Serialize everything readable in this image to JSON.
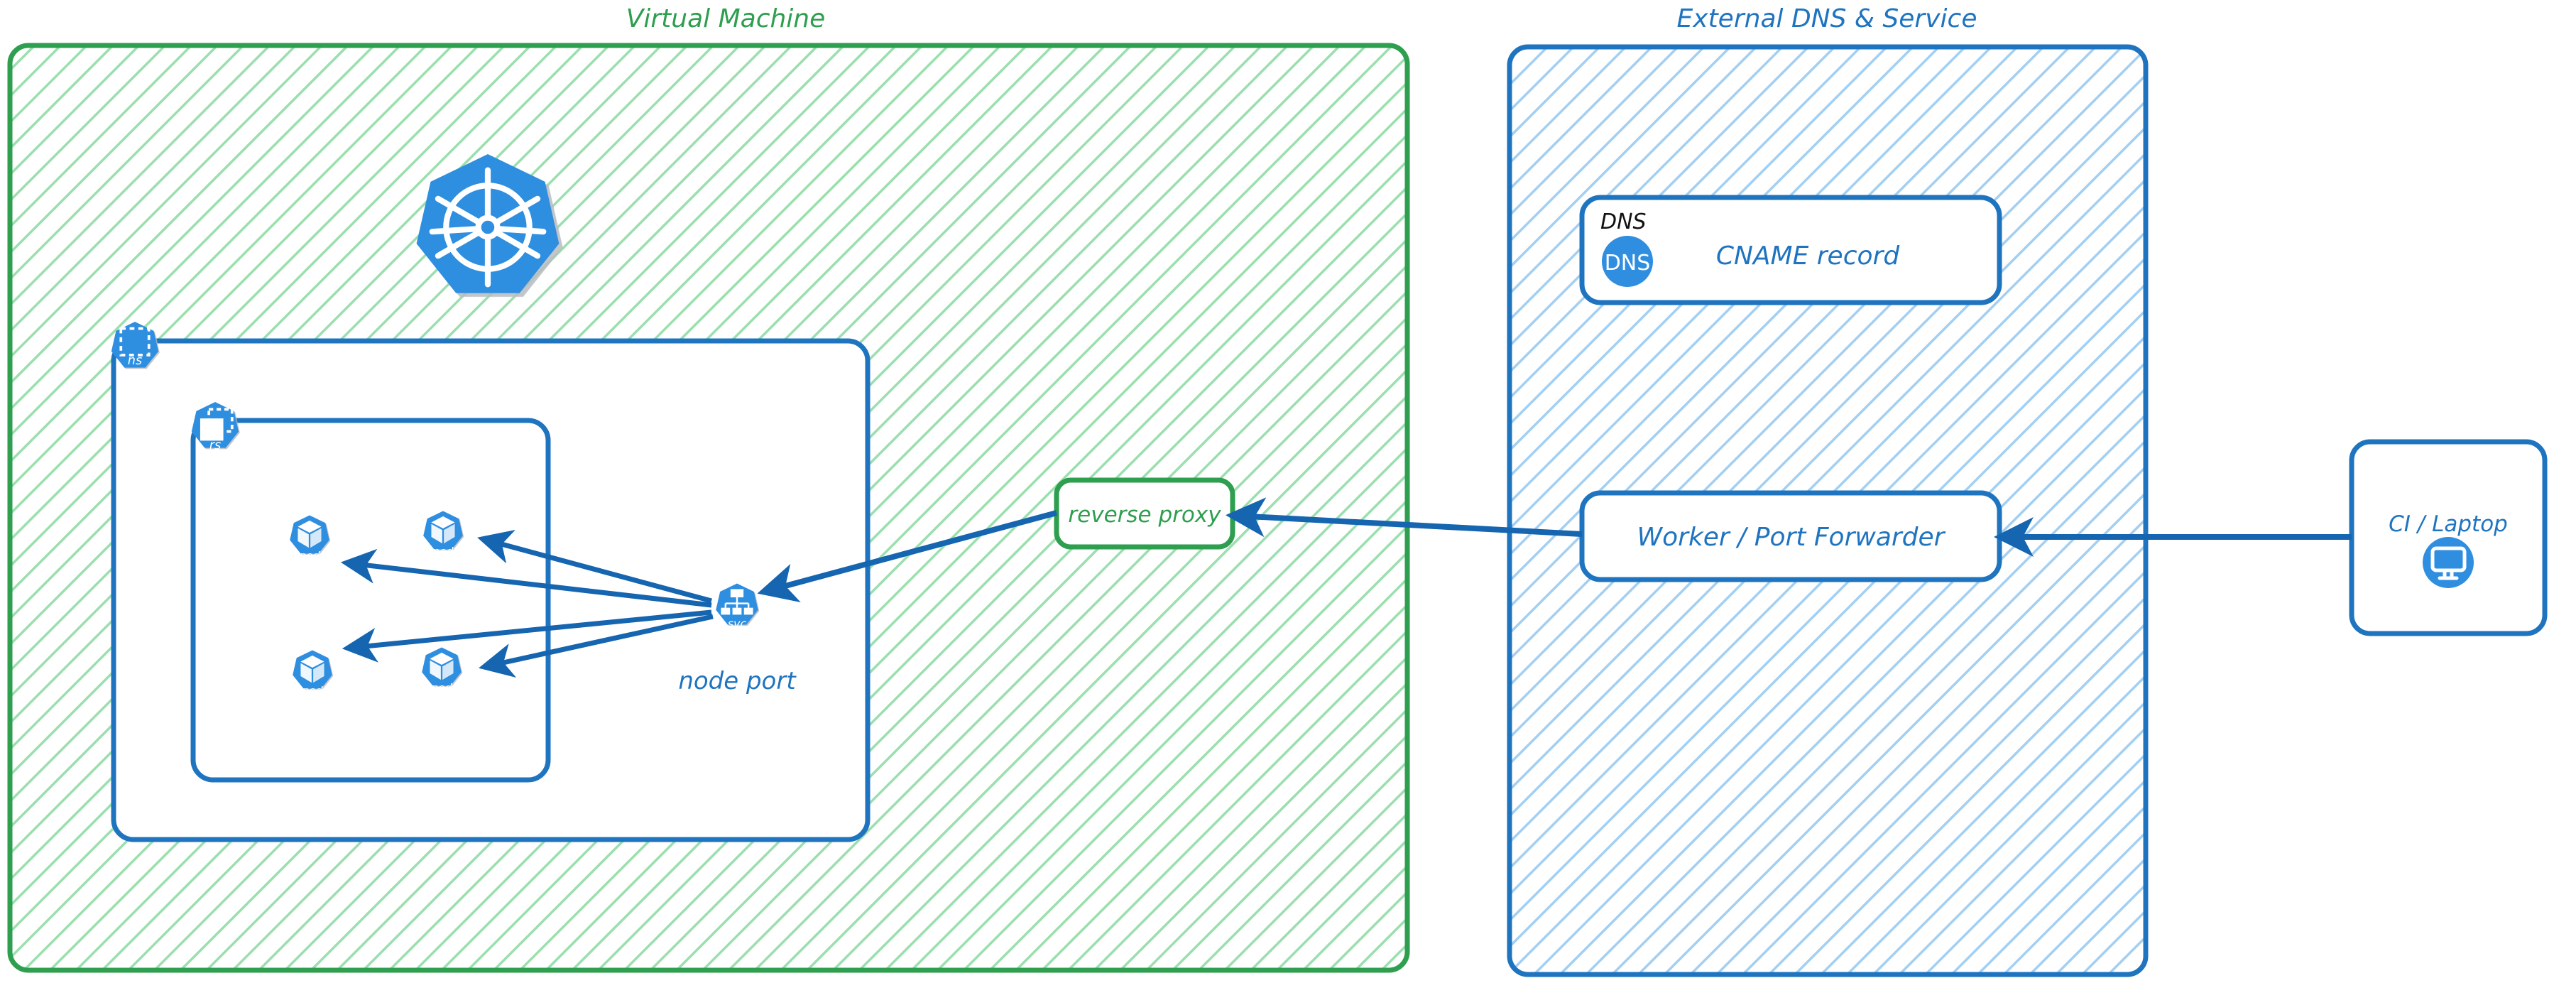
{
  "diagram": {
    "title_left": "Virtual Machine",
    "title_right": "External DNS & Service",
    "colors": {
      "green_stroke": "#2e9e4f",
      "green_fill_hatch": "#9bdfae",
      "blue_stroke": "#1f74c0",
      "blue_fill_hatch": "#8fc4ee",
      "k8s_blue": "#2f8ee0",
      "arrow_blue": "#1565b0",
      "black": "#111111",
      "white": "#ffffff"
    }
  },
  "panels": [
    {
      "name": "virtual-machine",
      "label": "Virtual Machine",
      "accent": "#2e9e4f"
    },
    {
      "name": "external-dns-service",
      "label": "External DNS & Service",
      "accent": "#1f74c0"
    }
  ],
  "vm": {
    "k8s_logo_name": "kubernetes-logo",
    "namespace_box": {
      "badge_label": "ns",
      "badge_icon": "namespace-icon"
    },
    "replicaset_box": {
      "badge_label": "rs",
      "badge_icon": "replicaset-icon"
    },
    "pods": [
      {
        "label": "pod",
        "icon": "pod-cube-icon"
      },
      {
        "label": "pod",
        "icon": "pod-cube-icon"
      },
      {
        "label": "pod",
        "icon": "pod-cube-icon"
      },
      {
        "label": "pod",
        "icon": "pod-cube-icon"
      }
    ],
    "service": {
      "label": "svc",
      "icon": "service-tree-icon",
      "caption": "node port"
    },
    "reverse_proxy": {
      "label": "reverse proxy"
    }
  },
  "external": {
    "dns_card": {
      "corner_label": "DNS",
      "badge_text": "DNS",
      "title": "CNAME record",
      "icon": "dns-circle-icon"
    },
    "worker_card": {
      "label": "Worker / Port Forwarder"
    }
  },
  "client": {
    "card": {
      "label": "CI / Laptop",
      "icon": "desktop-monitor-icon"
    }
  },
  "edges": [
    {
      "from": "service",
      "to": "pod-1",
      "style": "arrow"
    },
    {
      "from": "service",
      "to": "pod-2",
      "style": "arrow"
    },
    {
      "from": "service",
      "to": "pod-3",
      "style": "arrow"
    },
    {
      "from": "service",
      "to": "pod-4",
      "style": "arrow"
    },
    {
      "from": "reverse-proxy",
      "to": "service",
      "style": "arrow"
    },
    {
      "from": "worker-port-forwarder",
      "to": "reverse-proxy",
      "style": "arrow"
    },
    {
      "from": "ci-laptop",
      "to": "worker-port-forwarder",
      "style": "arrow"
    }
  ]
}
